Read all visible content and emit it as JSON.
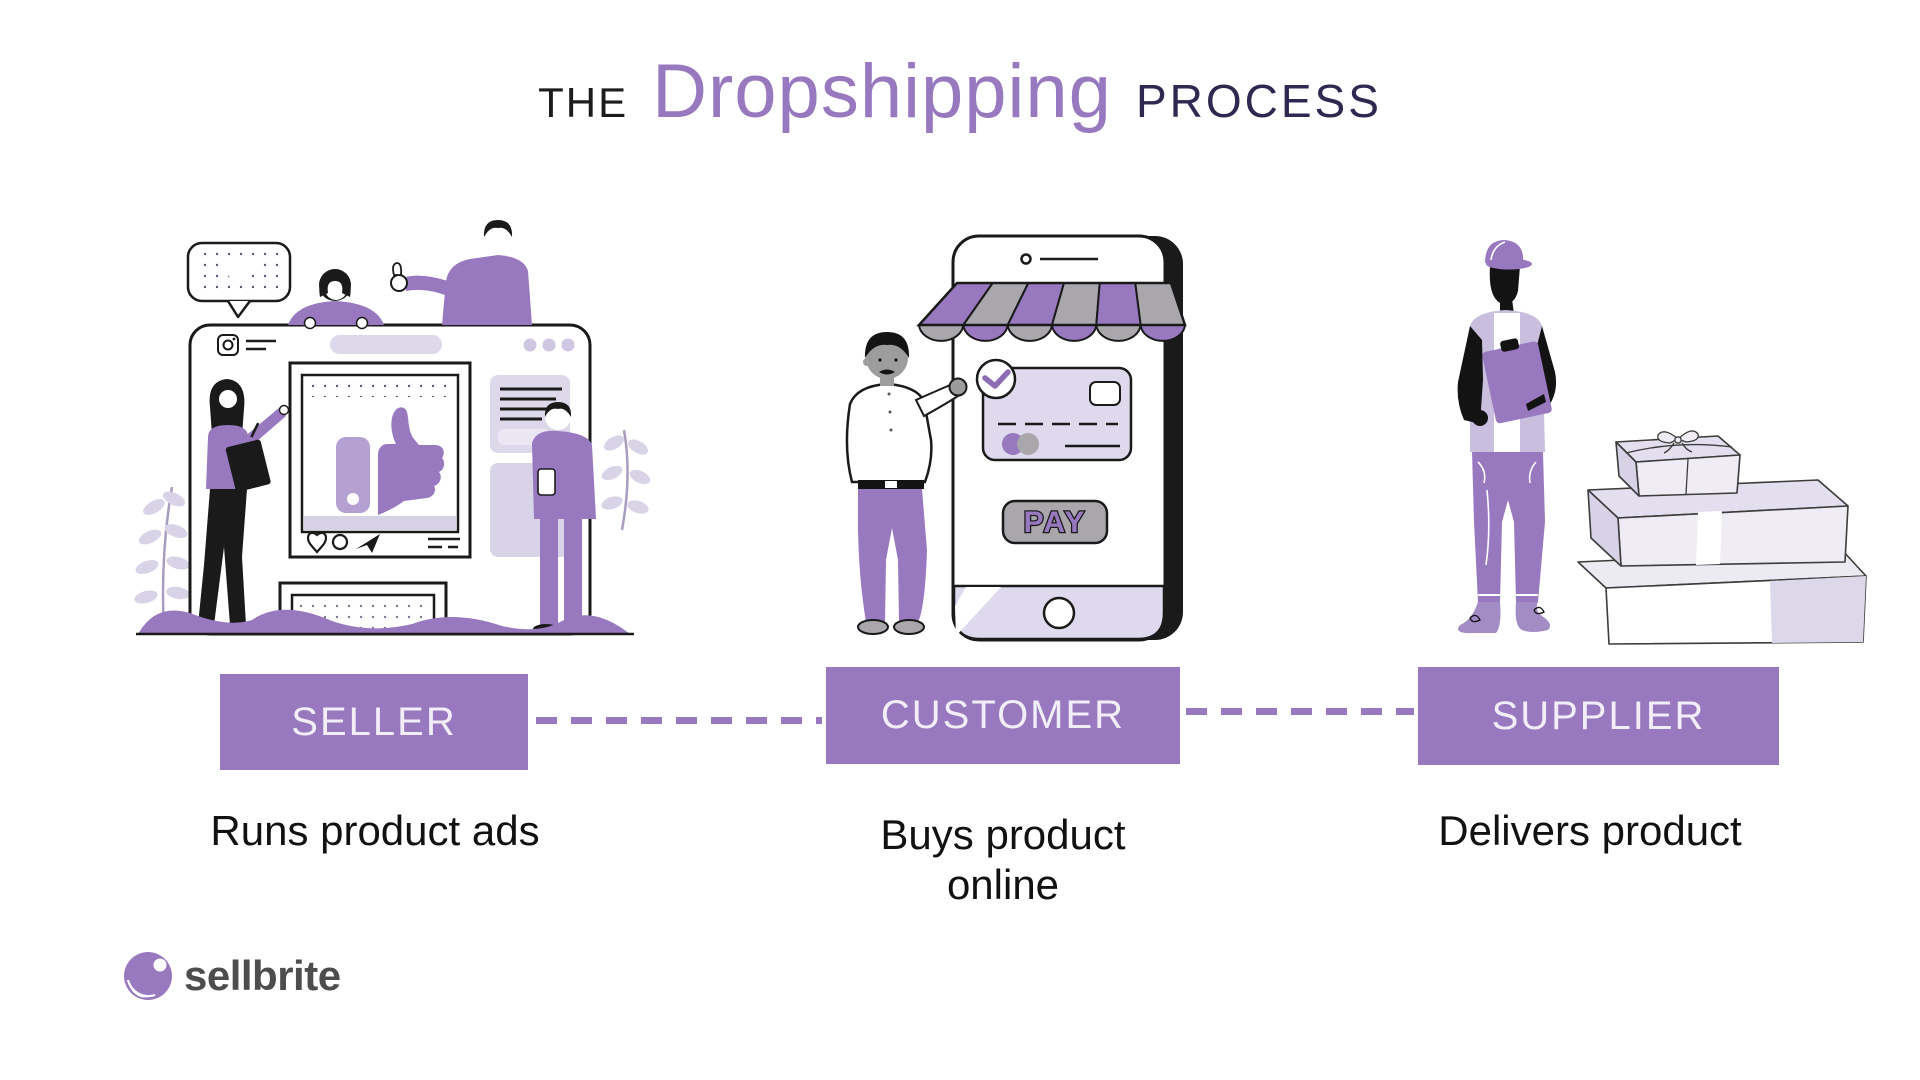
{
  "title": {
    "pre": "THE",
    "highlight": "Dropshipping",
    "post": "PROCESS"
  },
  "stages": [
    {
      "id": "seller",
      "label": "SELLER",
      "caption": [
        "Runs product ads"
      ]
    },
    {
      "id": "customer",
      "label": "CUSTOMER",
      "caption": [
        "Buys product",
        "online"
      ]
    },
    {
      "id": "supplier",
      "label": "SUPPLIER",
      "caption": [
        "Delivers product"
      ]
    }
  ],
  "illustrations": {
    "pay_button_label": "PAY"
  },
  "branding": {
    "logo_text": "sellbrite"
  },
  "colors": {
    "purple": "#9878bf",
    "navy": "#2e2951",
    "black": "#1a1a1a",
    "lavender": "#ded9ec",
    "light_lavender": "#e7e3f0",
    "gray": "#a9a7ab",
    "label_text": "#f2eef8",
    "logo_gray": "#4d4d4d"
  }
}
